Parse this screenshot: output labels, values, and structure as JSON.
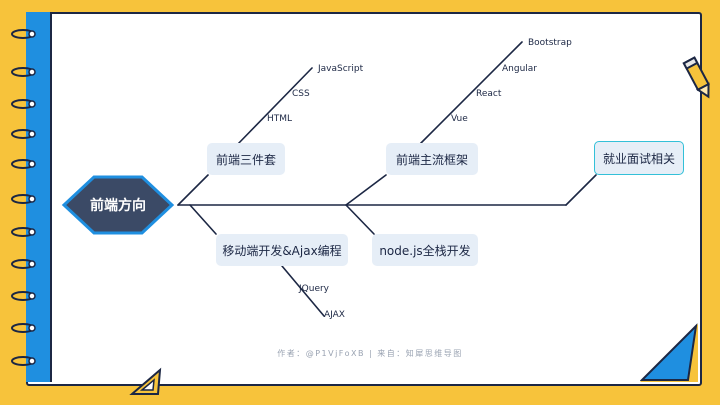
{
  "diagram": {
    "root": {
      "label": "前端方向"
    },
    "top_branches": [
      {
        "label": "前端三件套",
        "leaves": [
          "JavaScript",
          "CSS",
          "HTML"
        ]
      },
      {
        "label": "前端主流框架",
        "leaves": [
          "Bootstrap",
          "Angular",
          "React",
          "Vue"
        ]
      },
      {
        "label": "就业面试相关",
        "leaves": []
      }
    ],
    "bottom_branches": [
      {
        "label": "移动端开发&Ajax编程",
        "leaves": [
          "JQuery",
          "AJAX"
        ]
      },
      {
        "label": "node.js全栈开发",
        "leaves": []
      }
    ]
  },
  "footer": {
    "text": "作者：@P1VjFoXB | 来自：知犀思维导图"
  },
  "colors": {
    "background": "#f7c33b",
    "paper": "#ffffff",
    "strip": "#1f8fe0",
    "outline": "#1c2744",
    "root_fill": "#3b4a66",
    "root_border": "#1f8fe0",
    "node_fill": "#e6eef7",
    "highlight_border": "#33c0d8"
  }
}
